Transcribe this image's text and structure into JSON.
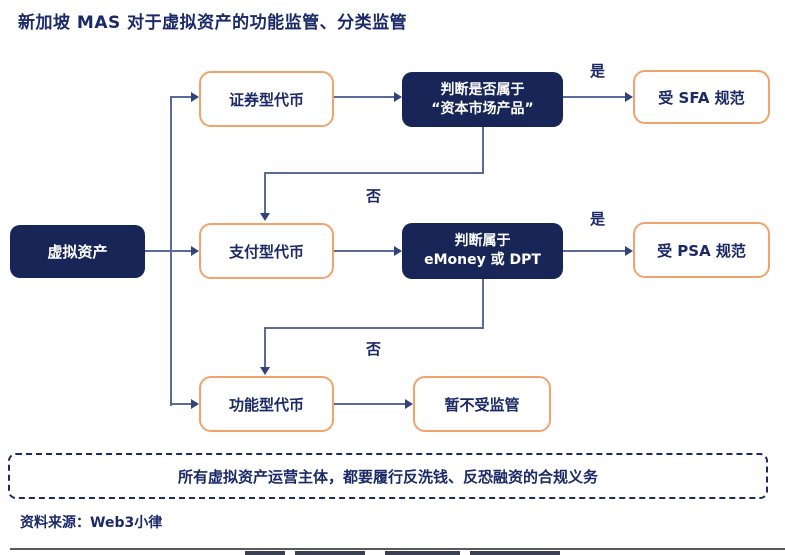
{
  "title": "新加坡 MAS 对于虚拟资产的功能监管、分类监管",
  "flowchart": {
    "root_label": "虚拟资产",
    "security_token": "证券型代币",
    "payment_token": "支付型代币",
    "utility_token": "功能型代币",
    "decision_cmp": {
      "line1": "判断是否属于",
      "line2": "“资本市场产品”"
    },
    "decision_pay": {
      "line1": "判断属于",
      "line2": "eMoney 或 DPT"
    },
    "outcome_sfa": "受 SFA 规范",
    "outcome_psa": "受 PSA 规范",
    "outcome_unregulated": "暂不受监管",
    "yes_label": "是",
    "no_label": "否"
  },
  "compliance_note": "所有虚拟资产运营主体，都要履行反洗钱、反恐融资的合规义务",
  "source": "资料来源：Web3小律",
  "colors": {
    "navy_fill": "#172656",
    "navy_text": "#1b2a66",
    "orange_border": "#f2a36c",
    "connector": "#5b6b99",
    "arrowhead": "#31427c"
  }
}
